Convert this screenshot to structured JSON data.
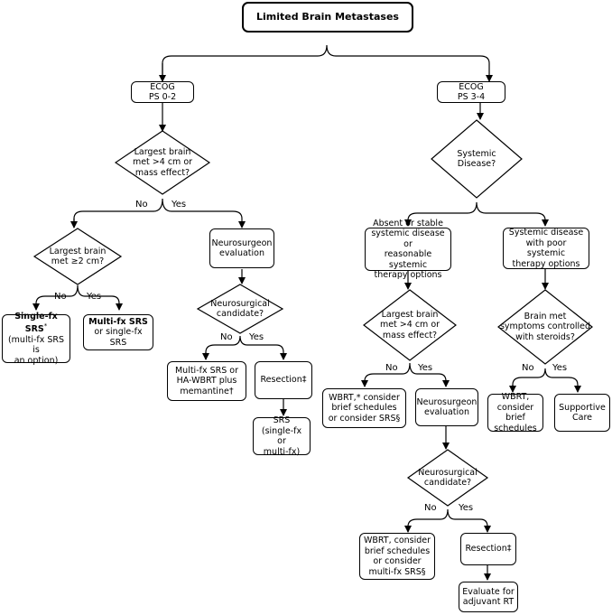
{
  "title": "Limited Brain Metastases",
  "left": {
    "ecog": "ECOG\nPS 0-2",
    "q_large": "Largest brain\nmet >4 cm or\nmass effect?",
    "no": "No",
    "yes": "Yes",
    "q_2cm": "Largest brain\nmet ≥2 cm?",
    "no2": "No",
    "yes2": "Yes",
    "single_bold": "Single-fx SRS",
    "single_sup": "*",
    "single_rest": "(multi-fx SRS is\nan option)",
    "multi_bold": "Multi-fx SRS",
    "multi_rest": "or single-fx\nSRS",
    "neuro_eval": "Neurosurgeon\nevaluation",
    "neuro_cand": "Neurosurgical\ncandidate?",
    "no3": "No",
    "yes3": "Yes",
    "multi_ha": "Multi-fx SRS or\nHA-WBRT plus\nmemantine†",
    "resection": "Resection‡",
    "srs": "SRS\n(single-fx or\nmulti-fx)"
  },
  "right": {
    "ecog": "ECOG\nPS 3-4",
    "q_systemic": "Systemic\nDisease?",
    "absent": "Absent or stable\nsystemic disease or\nreasonable systemic\ntherapy options",
    "poor": "Systemic disease\nwith poor systemic\ntherapy options",
    "q_large": "Largest brain\nmet >4 cm or\nmass effect?",
    "no": "No",
    "yes": "Yes",
    "wbrt1": "WBRT,* consider\nbrief schedules\nor consider SRS§",
    "neuro_eval": "Neurosurgeon\nevaluation",
    "neuro_cand": "Neurosurgical\ncandidate?",
    "no2": "No",
    "yes2": "Yes",
    "wbrt2": "WBRT, consider\nbrief schedules\nor consider\nmulti-fx SRS§",
    "resection": "Resection‡",
    "adjuvant": "Evaluate for\nadjuvant RT",
    "q_steroids": "Brain met\nsymptoms controlled\nwith steroids?",
    "no3": "No",
    "yes3": "Yes",
    "wbrt3": "WBRT,\nconsider brief\nschedules",
    "supportive": "Supportive\nCare"
  }
}
